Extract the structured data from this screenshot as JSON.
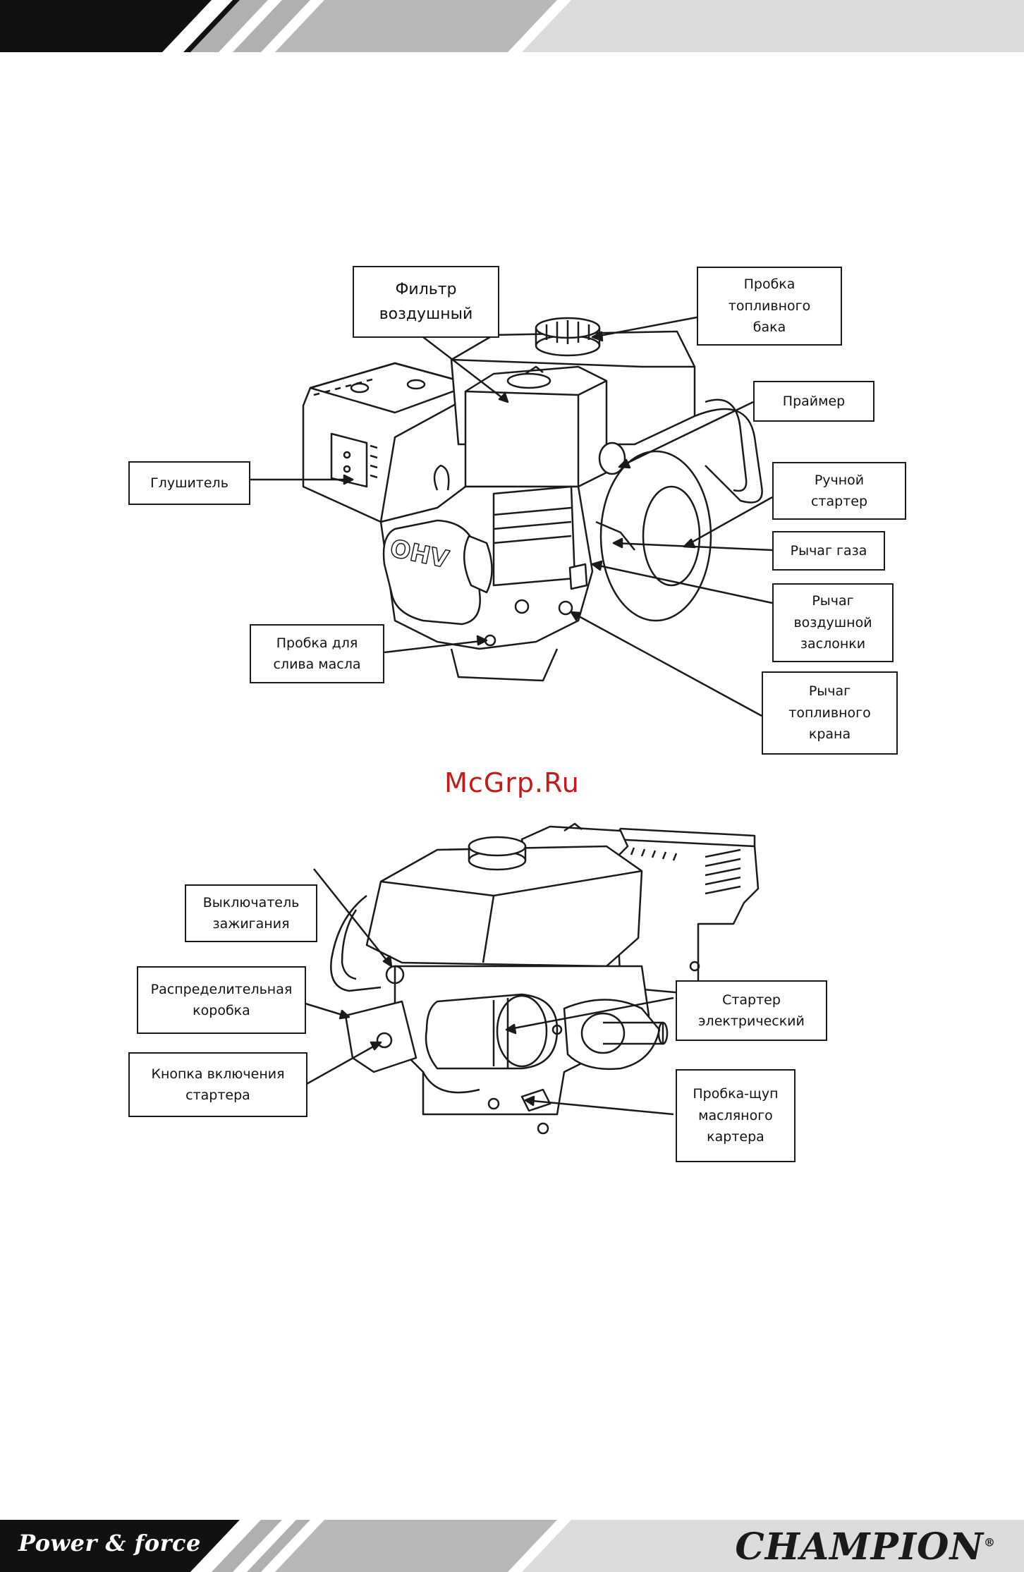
{
  "footer": {
    "slogan": "Power & force",
    "brand": "CHAMPION",
    "brand_mark": "®"
  },
  "watermark": "McGrp.Ru",
  "diagram_top": {
    "engine_logo": "OHV",
    "labels": {
      "air_filter": "Фильтр\nвоздушный",
      "fuel_cap": "Пробка\nтопливного\nбака",
      "primer": "Праймер",
      "muffler": "Глушитель",
      "recoil_starter": "Ручной\nстартер",
      "throttle_lever": "Рычаг газа",
      "choke_lever": "Рычаг\nвоздушной\nзаслонки",
      "oil_drain": "Пробка для\nслива масла",
      "fuel_valve": "Рычаг\nтопливного\nкрана"
    }
  },
  "diagram_bottom": {
    "labels": {
      "ignition_switch": "Выключатель\nзажигания",
      "junction_box": "Распределительная\nкоробка",
      "starter_button": "Кнопка включения\nстартера",
      "electric_starter": "Стартер\nэлектрический",
      "dipstick": "Пробка-щуп\nмасляного\nкартера"
    }
  },
  "colors": {
    "band_dark": "#111111",
    "band_grey": "#b8b8b8",
    "band_light": "#dcdcdc",
    "watermark": "#c41a1a"
  }
}
